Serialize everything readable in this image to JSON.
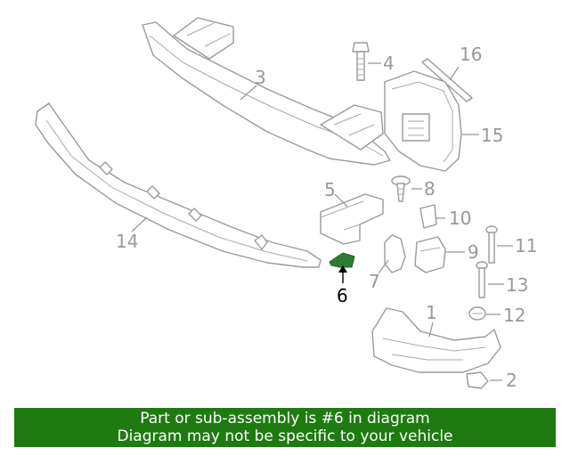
{
  "diagram": {
    "callouts": [
      {
        "id": "c1",
        "label": "1"
      },
      {
        "id": "c2",
        "label": "2"
      },
      {
        "id": "c3",
        "label": "3"
      },
      {
        "id": "c4",
        "label": "4"
      },
      {
        "id": "c5",
        "label": "5"
      },
      {
        "id": "c6",
        "label": "6",
        "highlighted": true
      },
      {
        "id": "c7",
        "label": "7"
      },
      {
        "id": "c8",
        "label": "8"
      },
      {
        "id": "c9",
        "label": "9"
      },
      {
        "id": "c10",
        "label": "10"
      },
      {
        "id": "c11",
        "label": "11"
      },
      {
        "id": "c12",
        "label": "12"
      },
      {
        "id": "c13",
        "label": "13"
      },
      {
        "id": "c14",
        "label": "14"
      },
      {
        "id": "c15",
        "label": "15"
      },
      {
        "id": "c16",
        "label": "16"
      }
    ],
    "colors": {
      "line": "#9a9a9a",
      "highlight_part": "#2f7d32",
      "banner_bg": "#1f7a12",
      "banner_text": "#ffffff"
    }
  },
  "banner": {
    "line1": "Part or sub-assembly is #6 in diagram",
    "line2": "Diagram may not be specific to your vehicle"
  }
}
